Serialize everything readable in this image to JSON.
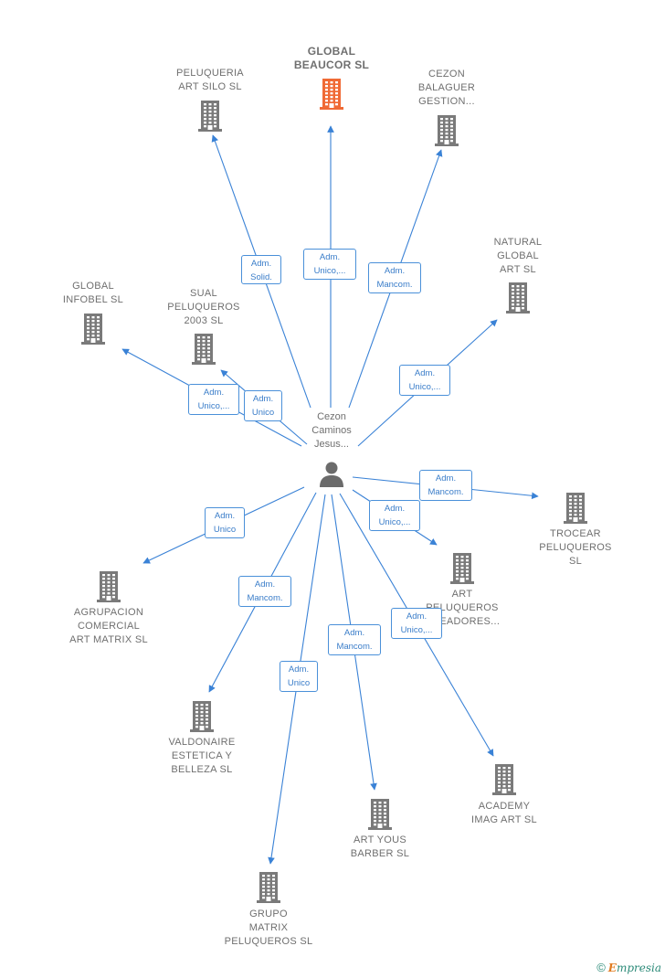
{
  "center": {
    "name_lines": [
      "Cezon",
      "Caminos",
      "Jesus..."
    ],
    "icon": "person-icon"
  },
  "companies": [
    {
      "id": "global-beaucor",
      "lines": [
        "GLOBAL",
        "BEAUCOR  SL"
      ],
      "highlight": true
    },
    {
      "id": "peluqueria-art-silo",
      "lines": [
        "PELUQUERIA",
        "ART SILO  SL"
      ]
    },
    {
      "id": "cezon-balaguer",
      "lines": [
        "CEZON",
        "BALAGUER",
        "GESTION..."
      ]
    },
    {
      "id": "natural-global-art",
      "lines": [
        "NATURAL",
        "GLOBAL",
        "ART  SL"
      ]
    },
    {
      "id": "global-infobel",
      "lines": [
        "GLOBAL",
        "INFOBEL  SL"
      ]
    },
    {
      "id": "sual-peluqueros",
      "lines": [
        "SUAL",
        "PELUQUEROS",
        "2003 SL"
      ]
    },
    {
      "id": "trocear-peluqueros",
      "lines": [
        "TROCEAR",
        "PELUQUEROS",
        "SL"
      ]
    },
    {
      "id": "art-peluqueros-creadores",
      "lines": [
        "ART",
        "PELUQUEROS",
        "CREADORES..."
      ]
    },
    {
      "id": "agrupacion-comercial",
      "lines": [
        "AGRUPACION",
        "COMERCIAL",
        "ART MATRIX SL"
      ]
    },
    {
      "id": "valdonaire",
      "lines": [
        "VALDONAIRE",
        "ESTETICA Y",
        "BELLEZA  SL"
      ]
    },
    {
      "id": "academy-imag-art",
      "lines": [
        "ACADEMY",
        "IMAG ART  SL"
      ]
    },
    {
      "id": "art-yous-barber",
      "lines": [
        "ART YOUS",
        "BARBER  SL"
      ]
    },
    {
      "id": "grupo-matrix",
      "lines": [
        "GRUPO",
        "MATRIX",
        "PELUQUEROS SL"
      ]
    }
  ],
  "roles": [
    {
      "to": "global-beaucor",
      "lines": [
        "Adm.",
        "Unico,..."
      ]
    },
    {
      "to": "peluqueria-art-silo",
      "lines": [
        "Adm.",
        "Solid."
      ]
    },
    {
      "to": "cezon-balaguer",
      "lines": [
        "Adm.",
        "Mancom."
      ]
    },
    {
      "to": "natural-global-art",
      "lines": [
        "Adm.",
        "Unico,..."
      ]
    },
    {
      "to": "global-infobel",
      "lines": [
        "Adm.",
        "Unico,..."
      ]
    },
    {
      "to": "sual-peluqueros",
      "lines": [
        "Adm.",
        "Unico"
      ]
    },
    {
      "to": "trocear-peluqueros",
      "lines": [
        "Adm.",
        "Mancom."
      ]
    },
    {
      "to": "art-peluqueros-creadores",
      "lines": [
        "Adm.",
        "Unico,..."
      ]
    },
    {
      "to": "agrupacion-comercial",
      "lines": [
        "Adm.",
        "Unico"
      ]
    },
    {
      "to": "valdonaire",
      "lines": [
        "Adm.",
        "Mancom."
      ]
    },
    {
      "to": "academy-imag-art",
      "lines": [
        "Adm.",
        "Unico,..."
      ]
    },
    {
      "to": "art-yous-barber",
      "lines": [
        "Adm.",
        "Mancom."
      ]
    },
    {
      "to": "grupo-matrix",
      "lines": [
        "Adm.",
        "Unico"
      ]
    }
  ],
  "colors": {
    "edge": "#3a82d6",
    "building": "#7a7a7a",
    "building_highlight": "#f06a35",
    "label_text": "#6f6f6f",
    "role_text": "#3a7dc9",
    "person": "#6b6b6b"
  },
  "footer": {
    "copyright_symbol": "©",
    "brand_initial": "E",
    "brand_rest": "mpresia"
  }
}
